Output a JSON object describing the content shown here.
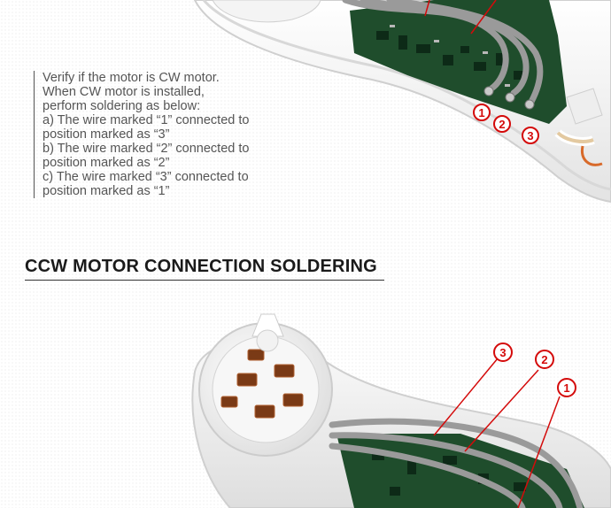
{
  "instructions": {
    "lines": [
      "Verify if the motor is CW motor.",
      "When CW motor is installed,",
      "perform soldering as below:",
      "a) The wire marked “1” connected to",
      "position marked as “3”",
      "b) The wire marked “2” connected to",
      "position marked as “2”",
      "c) The wire marked “3” connected to",
      "position marked as “1”"
    ]
  },
  "section": {
    "title": "CCW MOTOR CONNECTION SOLDERING"
  },
  "top_photo": {
    "markers": [
      "1",
      "2",
      "3"
    ]
  },
  "bottom_photo": {
    "markers": [
      "3",
      "2",
      "1"
    ]
  },
  "colors": {
    "marker_red": "#d40a0a",
    "pcb_green": "#1f4d2c",
    "wire_gray": "#9a9a9a"
  }
}
